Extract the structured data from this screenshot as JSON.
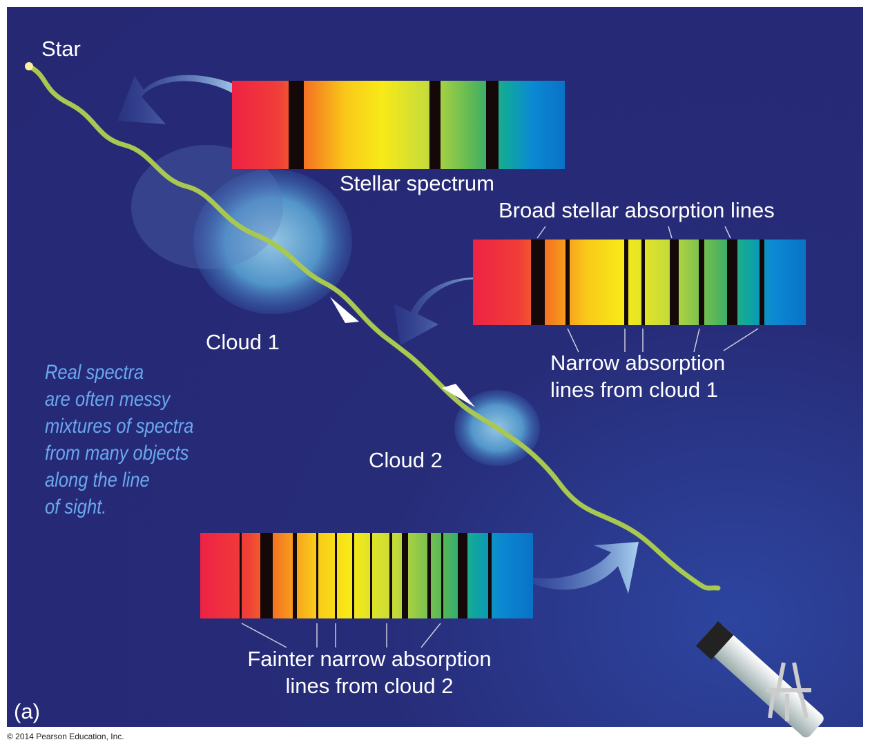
{
  "labels": {
    "star": "Star",
    "stellar_spectrum": "Stellar spectrum",
    "broad_lines": "Broad stellar absorption lines",
    "cloud1": "Cloud 1",
    "cloud2": "Cloud 2",
    "narrow_lines_1": "Narrow absorption",
    "narrow_lines_2": "lines from cloud 1",
    "fainter_1": "Fainter narrow absorption",
    "fainter_2": "lines from cloud 2",
    "panel": "(a)"
  },
  "note": [
    "Real spectra",
    "are often messy",
    "mixtures of spectra",
    "from many objects",
    "along the line",
    "of sight."
  ],
  "copyright": "© 2014 Pearson Education, Inc.",
  "colors": {
    "background": "#272c78",
    "note": "#6aa8f0",
    "light_path": "#a8c850"
  }
}
